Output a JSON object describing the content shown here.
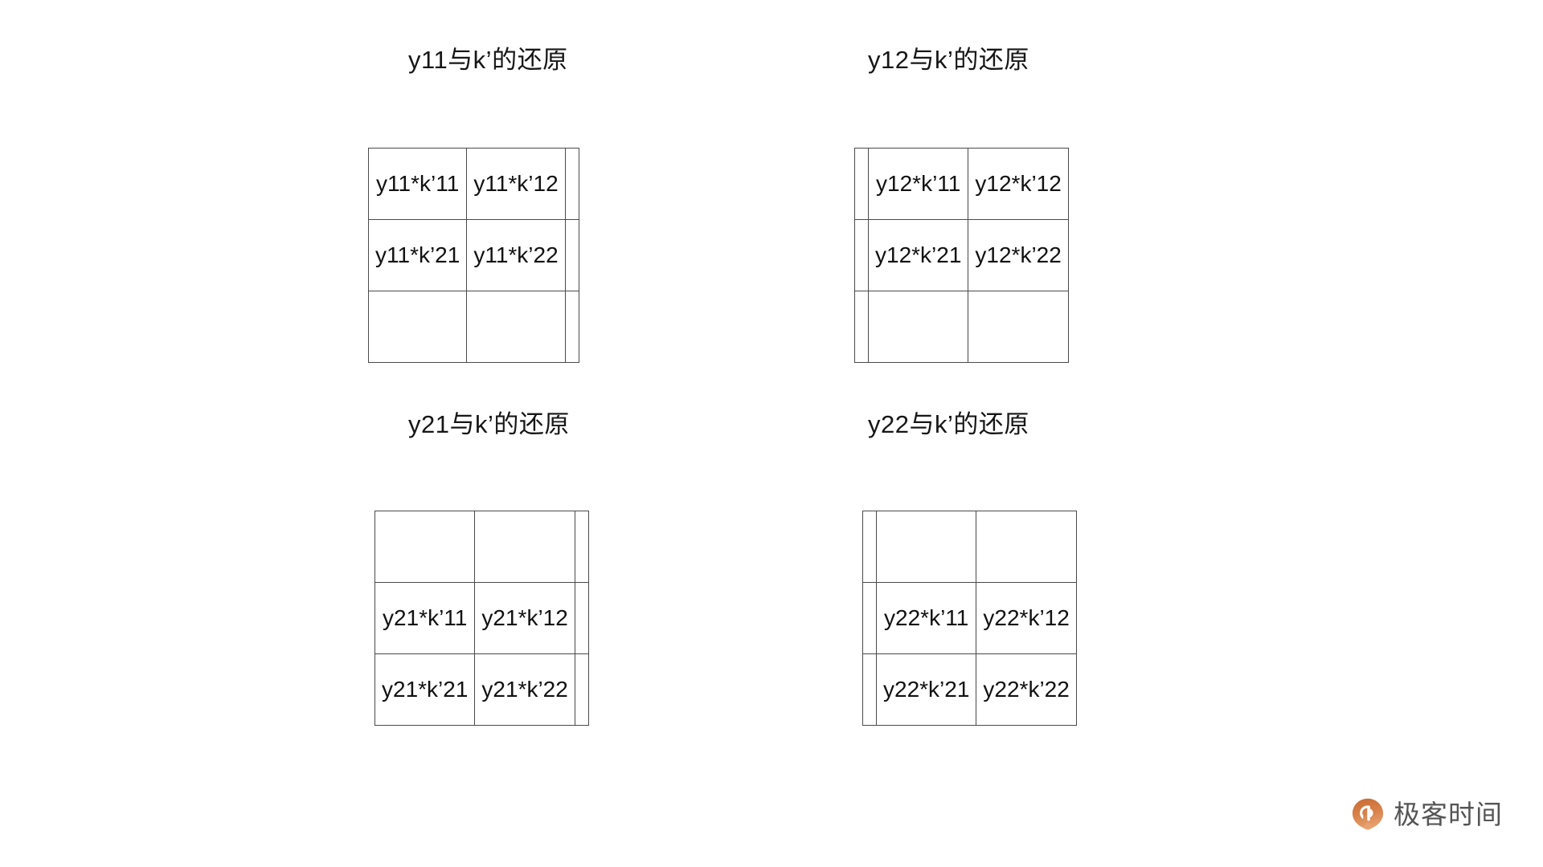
{
  "slide": {
    "background_color": "#ffffff",
    "text_color": "#161616",
    "grid_line_color": "#4a4a4a"
  },
  "quadrants": [
    {
      "id": "y11",
      "title": "y11与k’的还原",
      "table": {
        "rows": [
          [
            "y11*k’11",
            "y11*k’12",
            ""
          ],
          [
            "y11*k’21",
            "y11*k’22",
            ""
          ],
          [
            "",
            "",
            ""
          ]
        ]
      }
    },
    {
      "id": "y12",
      "title": "y12与k’的还原",
      "table": {
        "rows": [
          [
            "",
            "y12*k’11",
            "y12*k’12"
          ],
          [
            "",
            "y12*k’21",
            "y12*k’22"
          ],
          [
            "",
            "",
            ""
          ]
        ]
      }
    },
    {
      "id": "y21",
      "title": "y21与k’的还原",
      "table": {
        "rows": [
          [
            "",
            "",
            ""
          ],
          [
            "y21*k’11",
            "y21*k’12",
            ""
          ],
          [
            "y21*k’21",
            "y21*k’22",
            ""
          ]
        ]
      }
    },
    {
      "id": "y22",
      "title": "y22与k’的还原",
      "table": {
        "rows": [
          [
            "",
            "",
            ""
          ],
          [
            "",
            "y22*k’11",
            "y22*k’12"
          ],
          [
            "",
            "y22*k’21",
            "y22*k’22"
          ]
        ]
      }
    }
  ],
  "brand": {
    "name": "极客时间",
    "mark_color": "#d2763c",
    "text_color": "#555555"
  }
}
